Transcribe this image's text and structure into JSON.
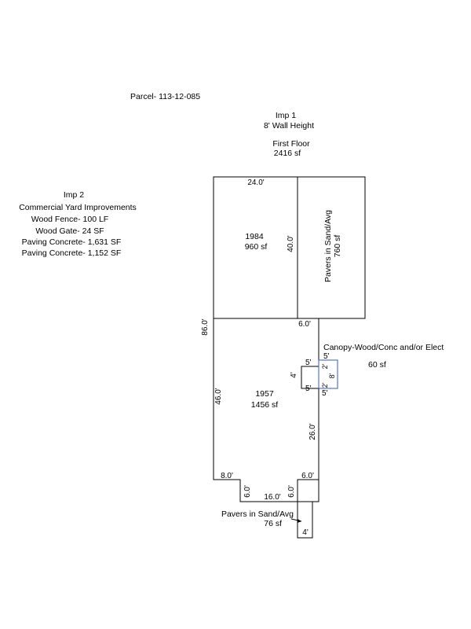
{
  "parcel": "Parcel- 113-12-085",
  "imp1": {
    "title": "Imp 1",
    "wall_height": "8' Wall Height",
    "floor": "First Floor",
    "floor_area": "2416 sf"
  },
  "imp2": {
    "title": "Imp 2",
    "subtitle": "Commercial Yard Improvements",
    "items": [
      "Wood Fence-  100 LF",
      "Wood Gate-   24 SF",
      "Paving Concrete-  1,631  SF",
      "Paving Concrete-  1,152  SF"
    ]
  },
  "sections": {
    "s1984": {
      "year": "1984",
      "area": "960 sf"
    },
    "s1957": {
      "year": "1957",
      "area": "1456 sf"
    },
    "pavers_top": {
      "label": "Pavers in Sand/Avg",
      "area": "760 sf"
    },
    "canopy": {
      "label": "Canopy-Wood/Conc and/or Elect",
      "area": "60 sf"
    },
    "pavers_bottom": {
      "label": "Pavers in Sand/Avg",
      "area": "76 sf"
    }
  },
  "dimensions": {
    "top_width": "24.0'",
    "mid_height": "40.0'",
    "left_height": "86.0'",
    "right_step": "6.0'",
    "left_lower": "46.0'",
    "right_lower": "26.0'",
    "bottom_left": "8.0'",
    "bottom_right": "6.0'",
    "notch_left": "6.0'",
    "notch_right": "6.0'",
    "notch_bottom": "16.0'",
    "small_5a": "5'",
    "small_5b": "5'",
    "small_4": "4'",
    "canopy_5a": "5'",
    "canopy_5b": "5'",
    "canopy_2a": "2'",
    "canopy_2b": "2'",
    "canopy_8": "8'",
    "pavers_4": "4'"
  },
  "colors": {
    "lines": "#000000",
    "canopy": "#3355cc"
  }
}
